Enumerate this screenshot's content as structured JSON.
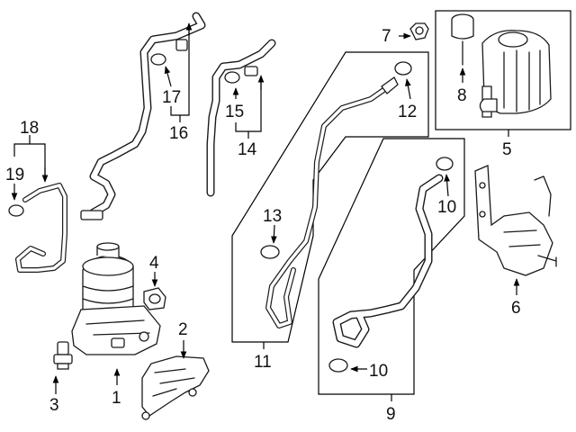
{
  "callouts": {
    "c1": "1",
    "c2": "2",
    "c3": "3",
    "c4": "4",
    "c5": "5",
    "c6": "6",
    "c7": "7",
    "c8": "8",
    "c9": "9",
    "c10a": "10",
    "c10b": "10",
    "c11": "11",
    "c12": "12",
    "c13": "13",
    "c14": "14",
    "c15": "15",
    "c16": "16",
    "c17": "17",
    "c18": "18",
    "c19": "19"
  }
}
